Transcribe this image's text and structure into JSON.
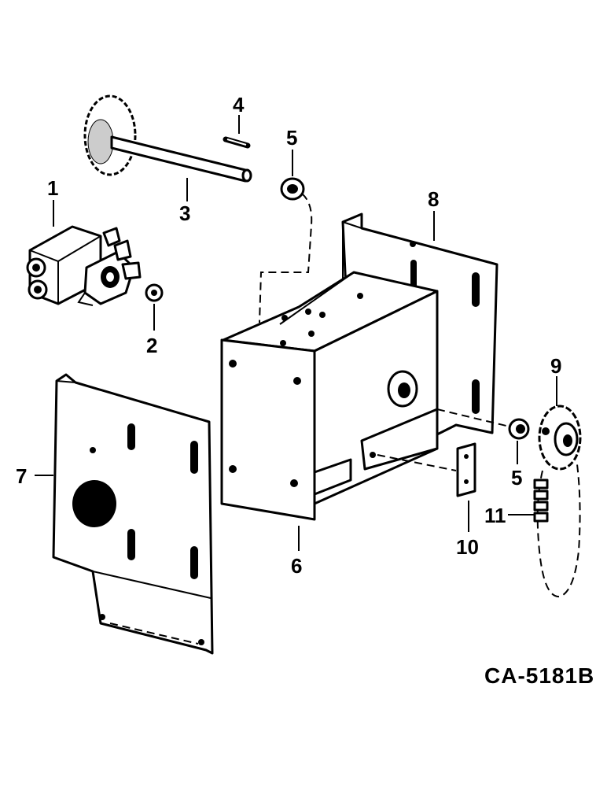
{
  "callouts": {
    "c1": "1",
    "c2": "2",
    "c3": "3",
    "c4": "4",
    "c5a": "5",
    "c5b": "5",
    "c6": "6",
    "c7": "7",
    "c8": "8",
    "c9": "9",
    "c10": "10",
    "c11": "11"
  },
  "figure_code": "CA-5181B"
}
